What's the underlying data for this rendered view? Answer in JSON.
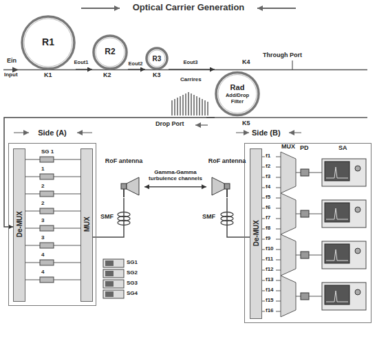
{
  "diagram": {
    "title": "Optical Carrier Generation",
    "nodes": [
      {
        "text": [
          "R1"
        ]
      },
      {
        "text": [
          "R2"
        ]
      },
      {
        "text": [
          "R3"
        ]
      },
      {
        "text": [
          "Rad",
          "Add/Drop Filter"
        ]
      },
      {
        "text": [
          "Side (A)"
        ]
      },
      {
        "text": [
          "De-MUX"
        ],
        "in": 4
      },
      {
        "text": [
          "MUX"
        ],
        "in": 4
      },
      {
        "text": [
          "Side (B)"
        ]
      },
      {
        "text": [
          "De-MUX"
        ],
        "in": 7
      },
      {
        "text": [
          "MUX"
        ],
        "in": 7
      },
      {
        "text": [
          "RoF antenna"
        ]
      },
      {
        "text": [
          "RoF antenna"
        ]
      }
    ],
    "edges": [
      {
        "from": 0,
        "to": 1,
        "arrow": "to",
        "label": "Eout1"
      },
      {
        "from": 1,
        "to": 2,
        "arrow": "to",
        "label": "Eout2"
      },
      {
        "from": 2,
        "to": 3,
        "arrow": "to",
        "label": "Eout3"
      },
      {
        "from": 3,
        "to": 5,
        "arrow": "to"
      },
      {
        "from": 6,
        "to": 10,
        "arrow": "none"
      },
      {
        "from": 10,
        "to": 11,
        "arrow": "both",
        "label": "Gamma-Gamma turbulence channels"
      },
      {
        "from": 11,
        "to": 8,
        "arrow": "none"
      }
    ],
    "labels": [
      "Ein",
      "Input",
      "K1",
      "K2",
      "K3",
      "K4",
      "Through Port",
      "Carrires",
      "K5",
      "Drop Port",
      "SG 1",
      "1",
      "2",
      "2",
      "3",
      "3",
      "4",
      "4",
      "SMF",
      "SMF",
      "SG1",
      "SG2",
      "SG3",
      "SG4",
      "f1",
      "f2",
      "f3",
      "f4",
      "f5",
      "f6",
      "f7",
      "f8",
      "f9",
      "f10",
      "f11",
      "f12",
      "f13",
      "f14",
      "f15",
      "f16",
      "PD",
      "SA"
    ]
  }
}
